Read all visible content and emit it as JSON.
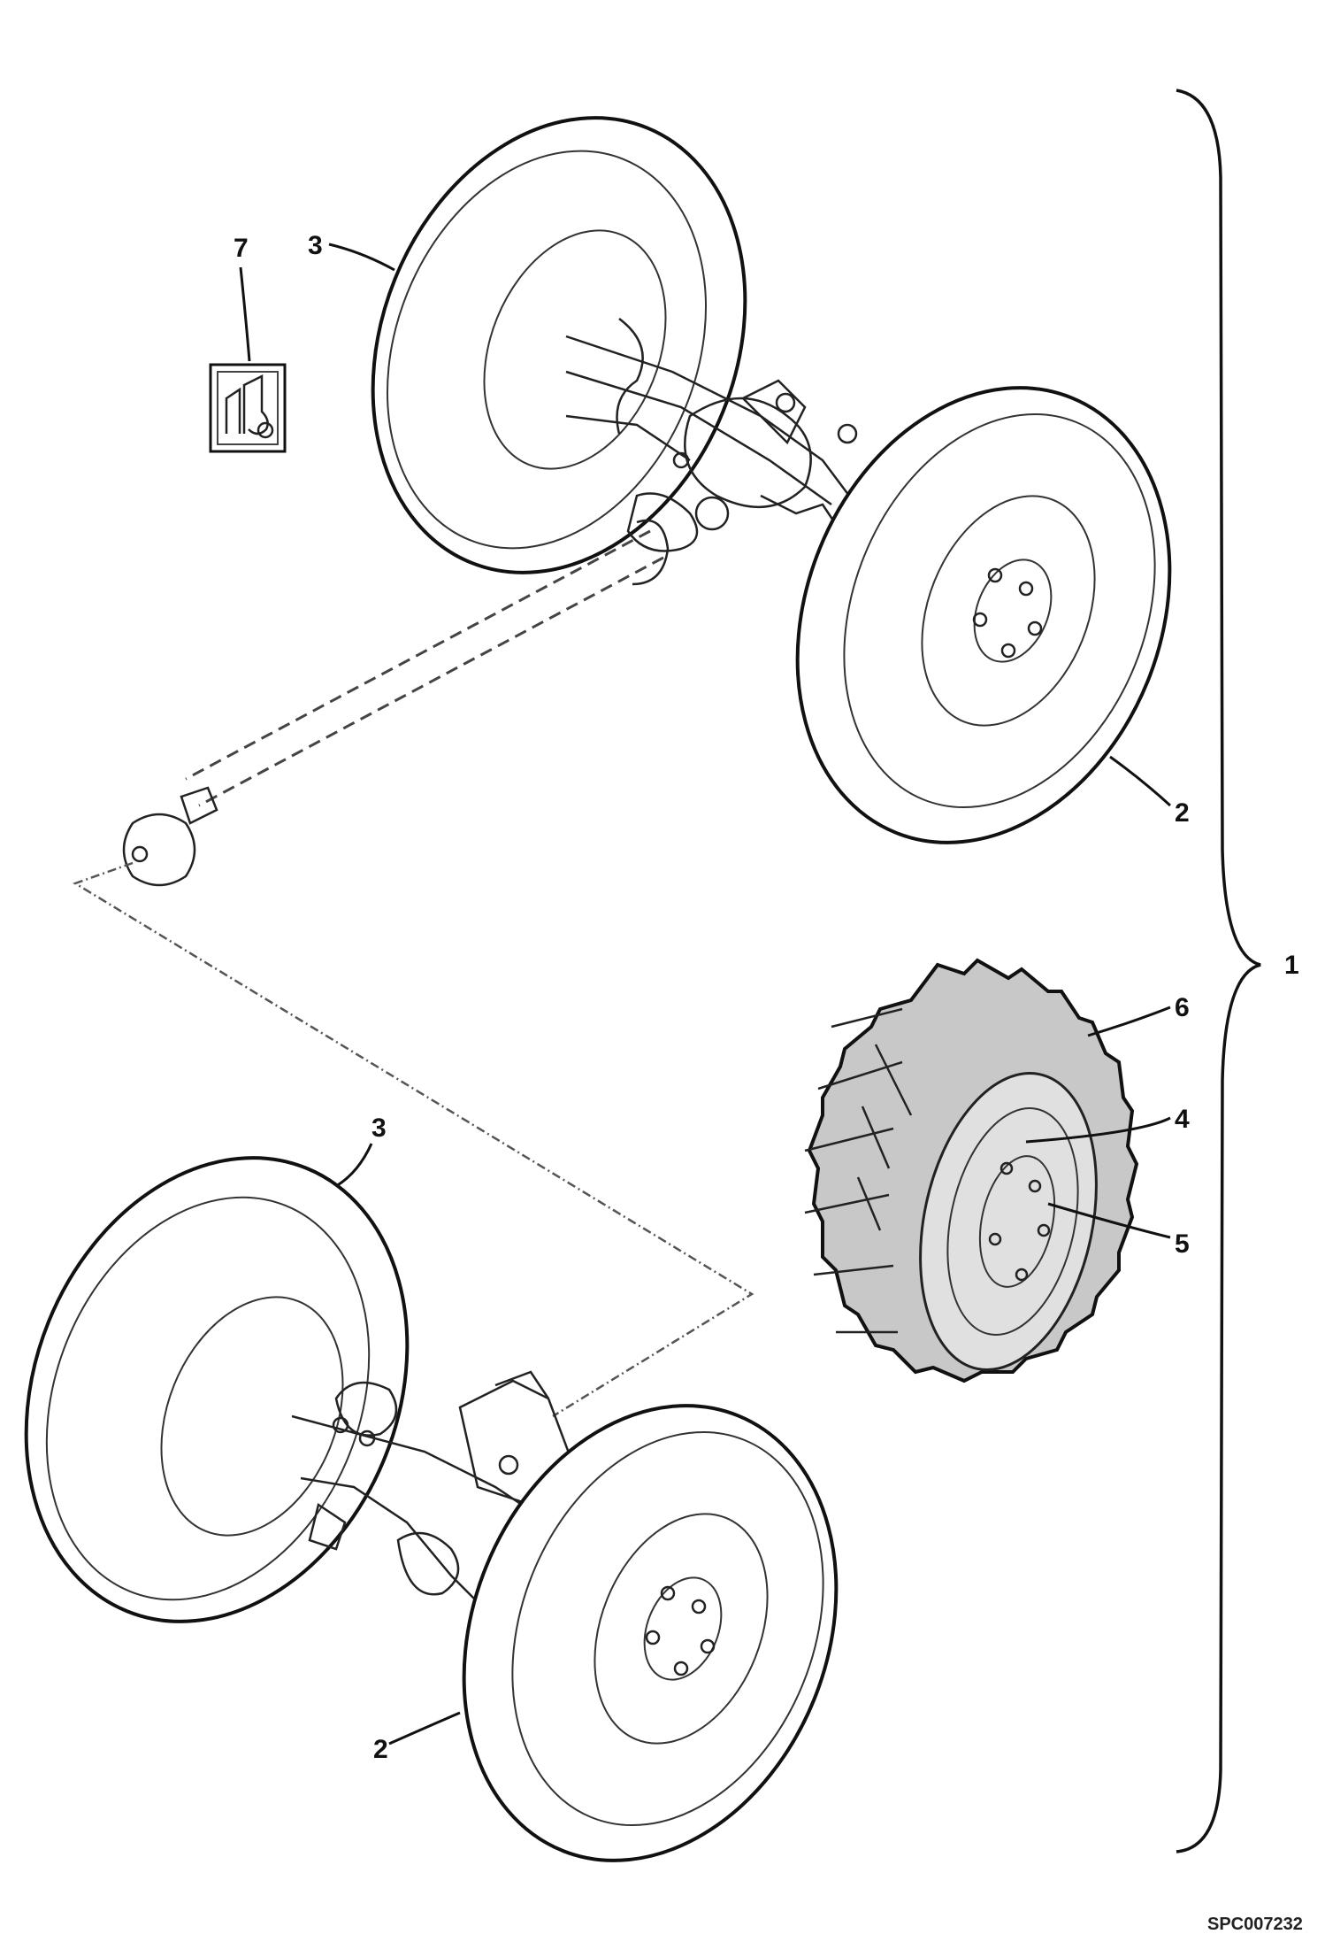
{
  "callouts": {
    "c1": "1",
    "c2a": "2",
    "c2b": "2",
    "c3a": "3",
    "c3b": "3",
    "c4": "4",
    "c5": "5",
    "c6": "6",
    "c7": "7"
  },
  "reference_code": "SPC007232"
}
